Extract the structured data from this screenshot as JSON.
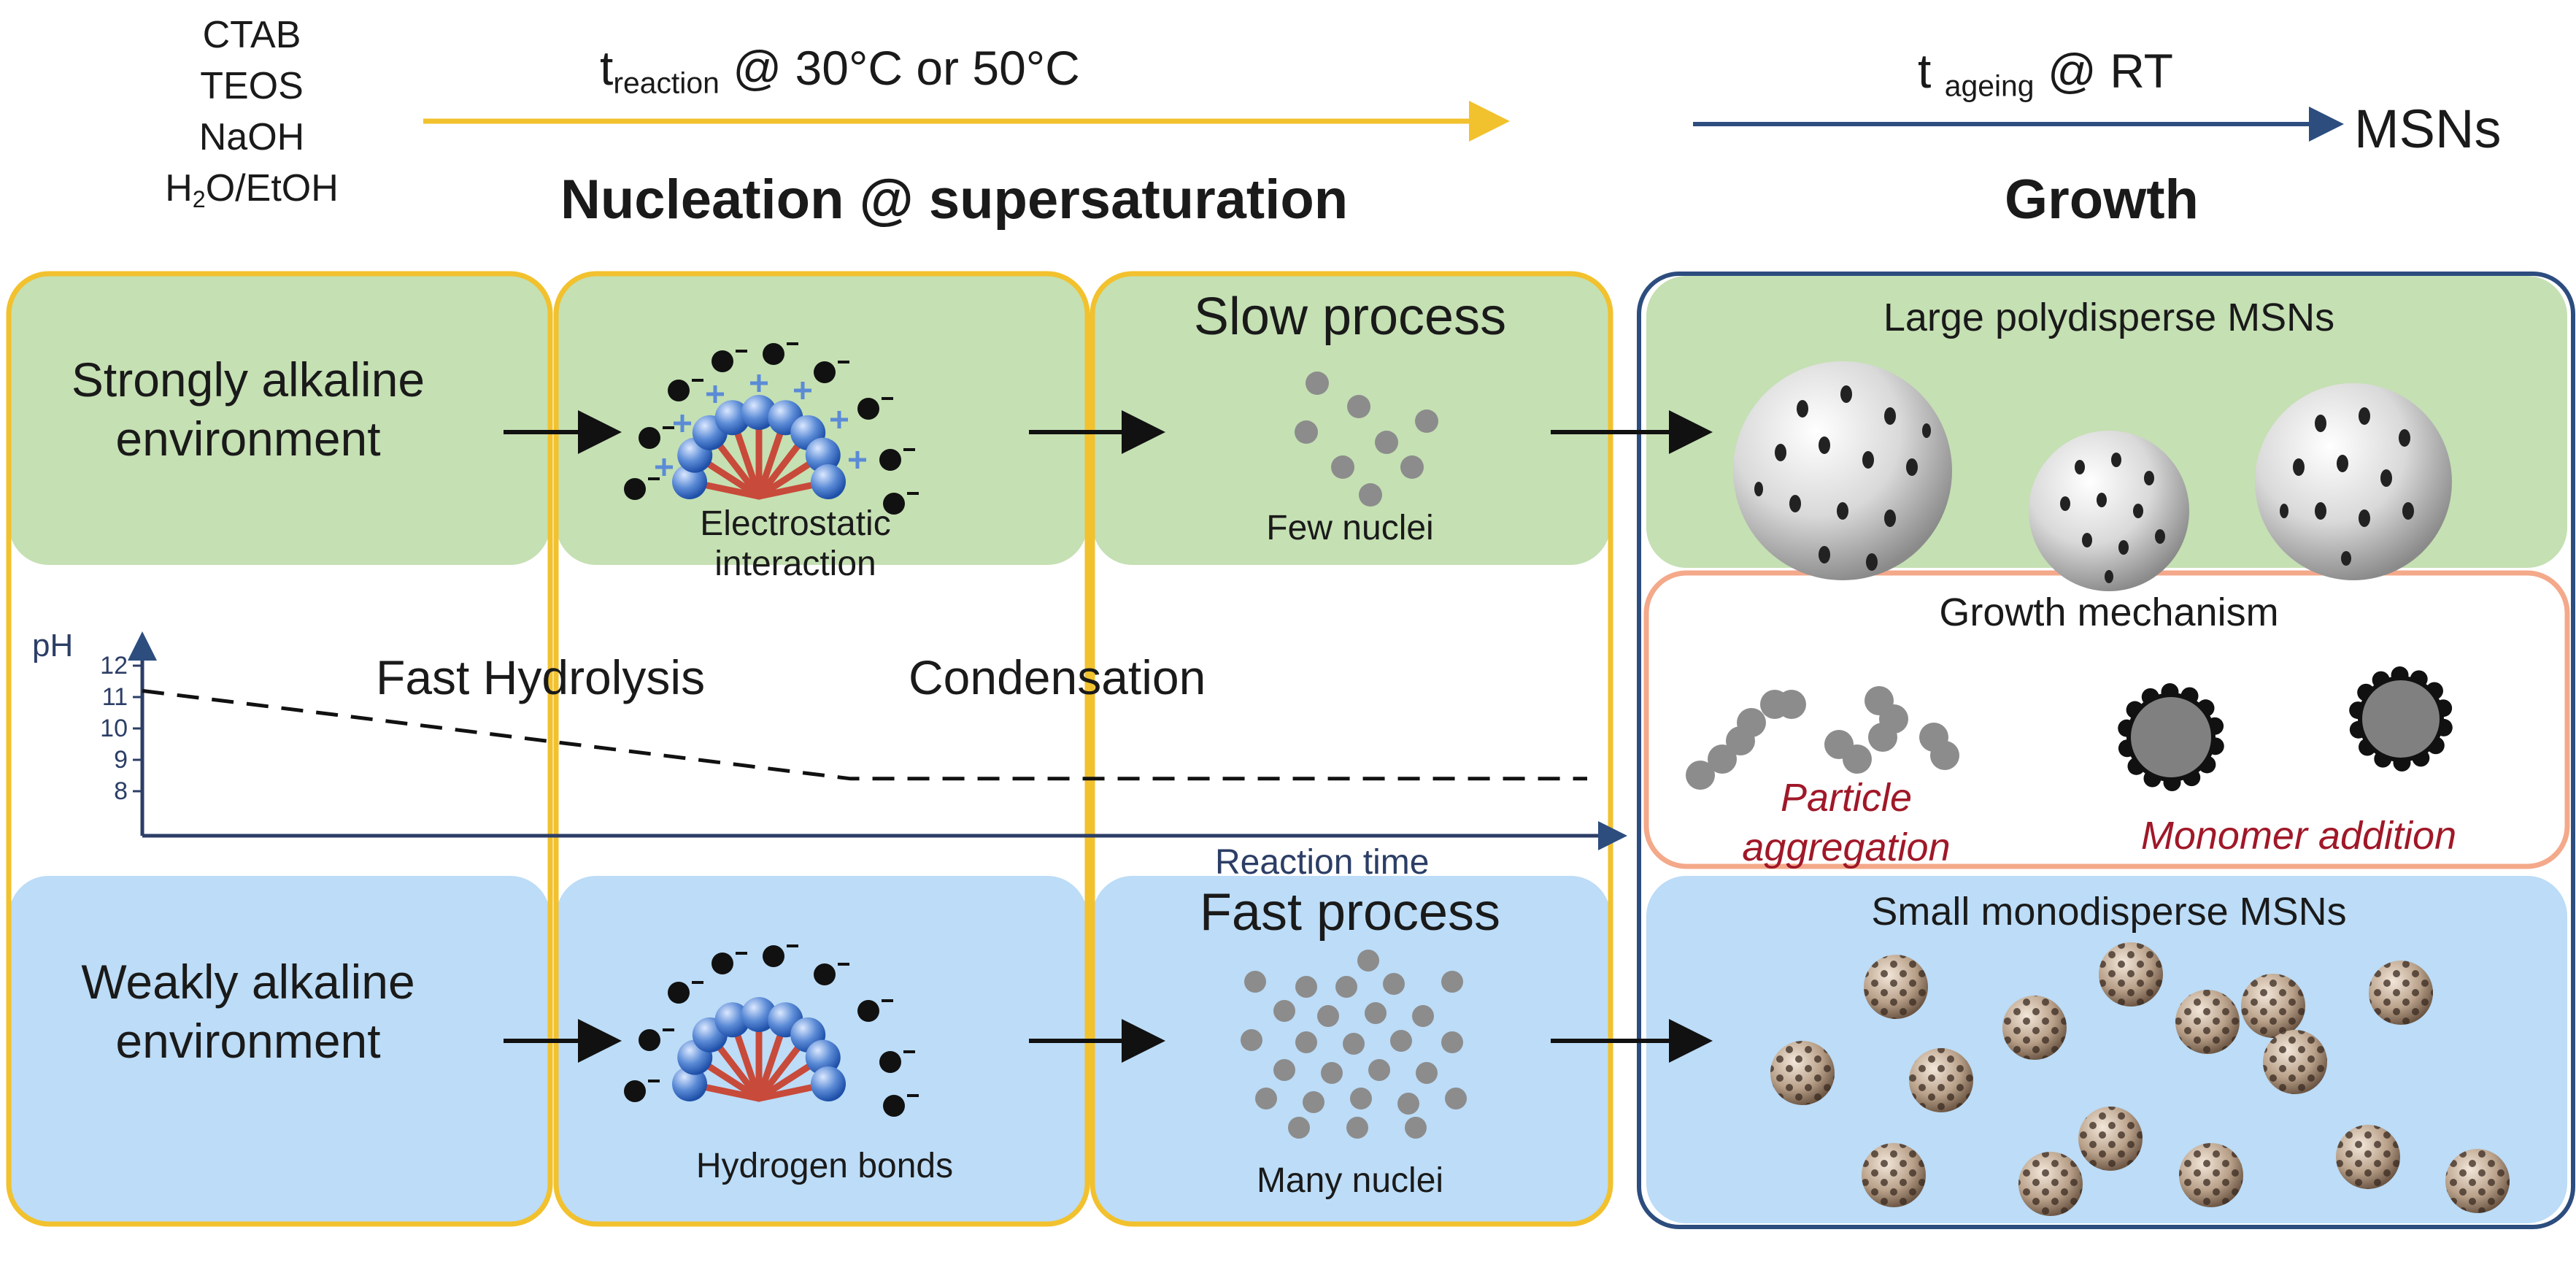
{
  "reagents": {
    "ctab": "CTAB",
    "teos": "TEOS",
    "naoh": "NaOH",
    "solvent_pre": "H",
    "solvent_sub": "2",
    "solvent_post": "O/EtOH"
  },
  "top_arrows": {
    "reaction_t": "t",
    "reaction_sub": "reaction",
    "reaction_rest": " @ 30°C or 50°C",
    "ageing_t": "t ",
    "ageing_sub": "ageing",
    "ageing_rest": " @ RT",
    "product": "MSNs"
  },
  "stages": {
    "nucleation": "Nucleation @ supersaturation",
    "growth": "Growth"
  },
  "strong": {
    "env_label": "Strongly alkaline environment",
    "interaction": "Electrostatic interaction",
    "process": "Slow process",
    "nuclei": "Few nuclei",
    "result": "Large polydisperse MSNs"
  },
  "weak": {
    "env_label": "Weakly alkaline environment",
    "interaction": "Hydrogen bonds",
    "process": "Fast process",
    "nuclei": "Many nuclei",
    "result": "Small monodisperse MSNs"
  },
  "middle": {
    "hydrolysis": "Fast Hydrolysis",
    "condensation": "Condensation"
  },
  "ph_plot": {
    "y_label": "pH",
    "x_label": "Reaction time",
    "y_ticks": [
      "12",
      "11",
      "10",
      "9",
      "8"
    ],
    "curve": [
      {
        "t": 0.0,
        "ph": 11.2
      },
      {
        "t": 0.49,
        "ph": 8.4
      },
      {
        "t": 1.0,
        "ph": 8.4
      }
    ]
  },
  "mechanism": {
    "title": "Growth mechanism",
    "aggregation": "Particle aggregation",
    "monomer": "Monomer addition"
  },
  "colors": {
    "yellow": "#f2c12e",
    "navy": "#2c4d7e",
    "green_fill": "#c5e0b3",
    "blue_fill": "#bcdcf7",
    "salmon": "#f4a98a",
    "mech_text": "#a01828",
    "silica": "#5b8bd6",
    "tail": "#c84a3a"
  }
}
